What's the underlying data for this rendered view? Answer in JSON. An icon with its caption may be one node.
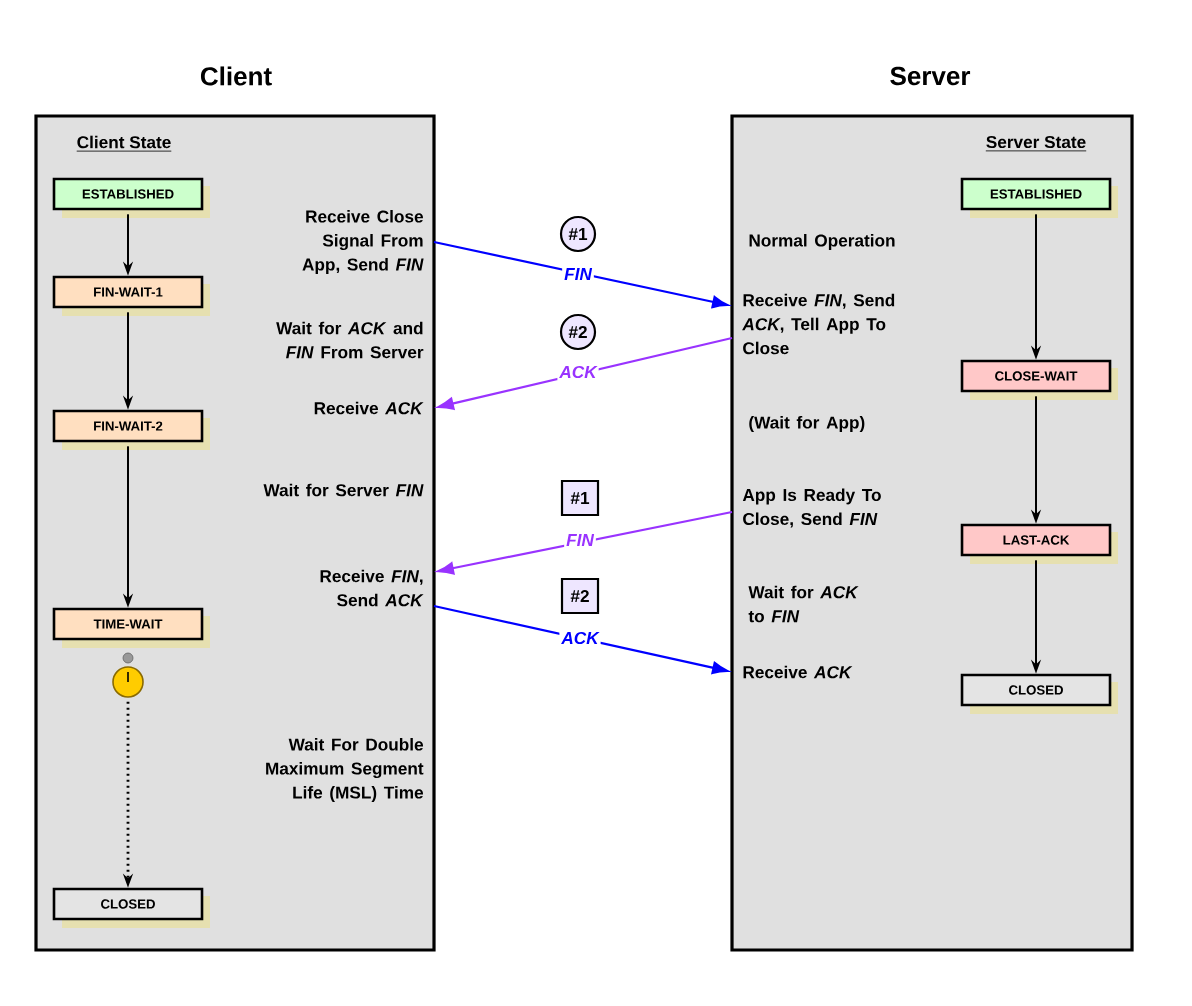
{
  "diagram": {
    "nodes": [
      {
        "text": [
          "Client",
          "Client State"
        ]
      },
      {
        "text": [
          "ESTABLISHED"
        ],
        "in": 0
      },
      {
        "text": [
          "FIN-WAIT-1"
        ],
        "in": 0
      },
      {
        "text": [
          "FIN-WAIT-2"
        ],
        "in": 0
      },
      {
        "text": [
          "TIME-WAIT"
        ],
        "in": 0
      },
      {
        "text": [],
        "shape": "clock",
        "in": 0
      },
      {
        "text": [
          "CLOSED"
        ],
        "in": 0
      },
      {
        "text": [
          "Receive Close Signal From App, Send *FIN*"
        ],
        "in": 0
      },
      {
        "text": [
          "Receive *ACK*"
        ],
        "in": 0
      },
      {
        "text": [
          "Receive *FIN*, Send *ACK*"
        ],
        "in": 0
      },
      {
        "text": [
          "#1"
        ]
      },
      {
        "text": [
          "#2"
        ]
      },
      {
        "text": [
          "#1"
        ]
      },
      {
        "text": [
          "#2"
        ]
      },
      {
        "text": [
          "Server",
          "Server State"
        ]
      },
      {
        "text": [
          "ESTABLISHED"
        ],
        "in": 14
      },
      {
        "text": [
          "CLOSE-WAIT"
        ],
        "in": 14
      },
      {
        "text": [
          "LAST-ACK"
        ],
        "in": 14
      },
      {
        "text": [
          "CLOSED"
        ],
        "in": 14
      },
      {
        "text": [
          "Receive *FIN*, Send *ACK*, Tell App To Close"
        ],
        "in": 14
      },
      {
        "text": [
          "App Is Ready To Close, Send *FIN*"
        ],
        "in": 14
      },
      {
        "text": [
          "Receive *ACK*"
        ],
        "in": 14
      }
    ],
    "edges": [
      {
        "from": 1,
        "to": 2,
        "arrow": "to"
      },
      {
        "from": 2,
        "to": 3,
        "arrow": "to"
      },
      {
        "from": 3,
        "to": 4,
        "arrow": "to"
      },
      {
        "from": 5,
        "to": 6,
        "arrow": "to",
        "style": "dashed"
      },
      {
        "from": 15,
        "to": 16,
        "arrow": "to"
      },
      {
        "from": 16,
        "to": 17,
        "arrow": "to"
      },
      {
        "from": 17,
        "to": 18,
        "arrow": "to"
      },
      {
        "from": 7,
        "to": 19,
        "arrow": "to",
        "label": "FIN",
        "color": "#0000ff"
      },
      {
        "from": 19,
        "to": 8,
        "arrow": "to",
        "label": "ACK",
        "color": "#9933ff"
      },
      {
        "from": 20,
        "to": 9,
        "arrow": "to",
        "label": "FIN",
        "color": "#9933ff"
      },
      {
        "from": 9,
        "to": 21,
        "arrow": "to",
        "label": "ACK",
        "color": "#0000ff"
      }
    ],
    "labels": [
      "Wait for *ACK* and *FIN* From Server",
      "Wait for Server *FIN*",
      "Wait For Double Maximum Segment Life (MSL) Time",
      "Normal Operation",
      "(Wait for App)",
      "Wait for *ACK* to *FIN*"
    ]
  }
}
